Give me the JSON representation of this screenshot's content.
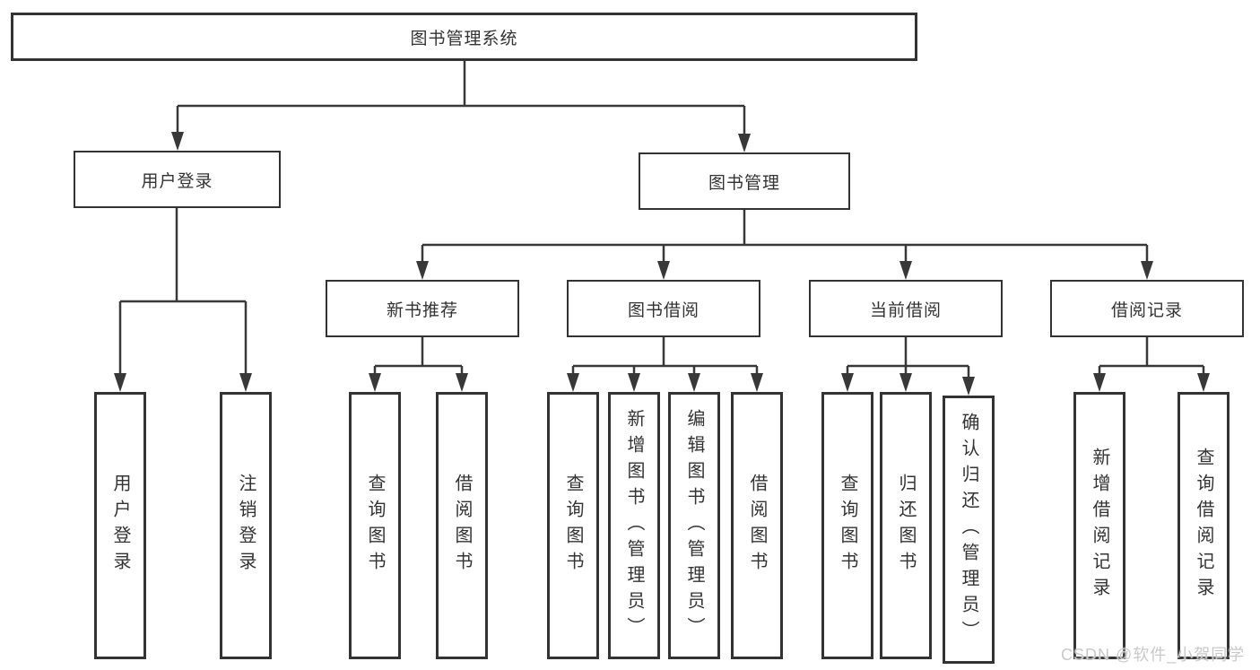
{
  "tree": {
    "root": "图书管理系统",
    "level1": {
      "user_login": "用户登录",
      "book_management": "图书管理"
    },
    "level2": {
      "new_book": "新书推荐",
      "book_borrow": "图书借阅",
      "current_borrow": "当前借阅",
      "borrow_record": "借阅记录"
    },
    "leaves": {
      "user_login": [
        "用户登录",
        "注销登录"
      ],
      "new_book": [
        "查询图书",
        "借阅图书"
      ],
      "book_borrow": [
        "查询图书",
        "新增图书（管理员）",
        "编辑图书（管理员）",
        "借阅图书"
      ],
      "current_borrow": [
        "查询图书",
        "归还图书",
        "确认归还（管理员）"
      ],
      "borrow_record": [
        "新增借阅记录",
        "查询借阅记录"
      ]
    }
  },
  "watermark": "CSDN @软件_小贺同学",
  "colors": {
    "line": "#383838",
    "border": "#333333",
    "text": "#333333",
    "background": "#ffffff",
    "watermark": "#c9c9c9"
  }
}
